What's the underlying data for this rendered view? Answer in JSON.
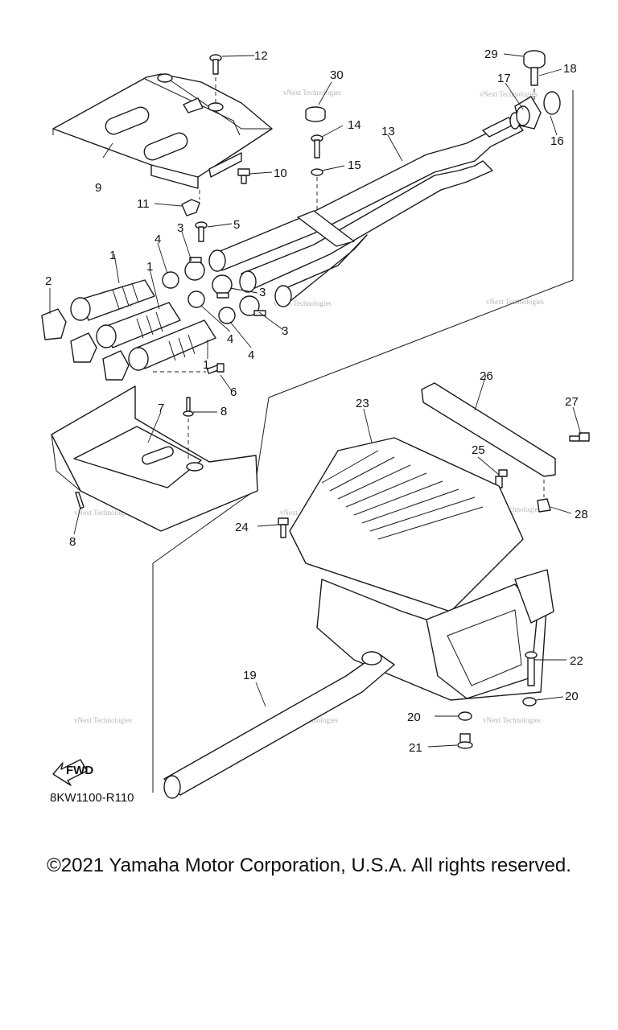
{
  "diagram_code": "8KW1100-R110",
  "fwd_label": "FWD",
  "watermark": "vNext Technologies",
  "copyright": "©2021 Yamaha Motor Corporation, U.S.A. All rights reserved.",
  "callouts": [
    "1",
    "1",
    "1",
    "2",
    "3",
    "3",
    "3",
    "4",
    "4",
    "4",
    "5",
    "6",
    "7",
    "8",
    "8",
    "9",
    "10",
    "11",
    "12",
    "13",
    "14",
    "15",
    "16",
    "17",
    "18",
    "19",
    "20",
    "20",
    "21",
    "22",
    "23",
    "24",
    "25",
    "26",
    "27",
    "28",
    "29",
    "30"
  ]
}
